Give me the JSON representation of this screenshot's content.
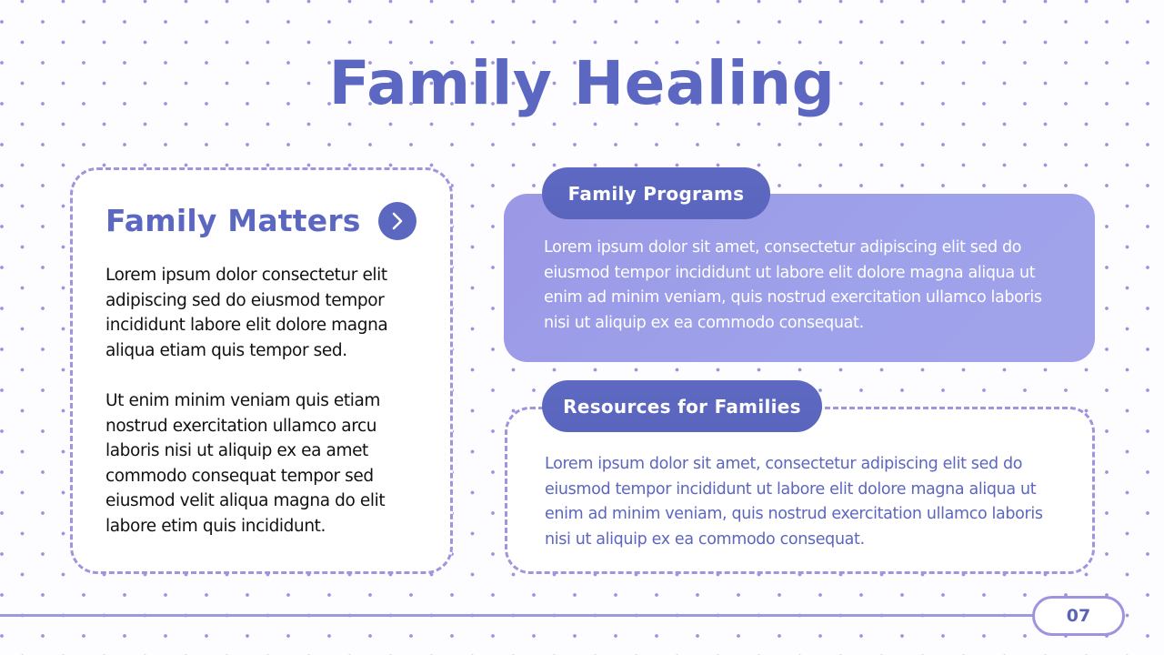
{
  "slide": {
    "title": "Family Healing",
    "page_number": "07"
  },
  "left_card": {
    "heading": "Family Matters",
    "action_icon": "chevron-right-icon",
    "paragraphs": [
      "Lorem ipsum dolor consectetur elit adipiscing sed do eiusmod tempor incididunt labore elit dolore magna aliqua etiam quis tempor sed.",
      "Ut enim minim veniam quis etiam nostrud exercitation ullamco arcu laboris nisi ut aliquip ex ea amet commodo consequat tempor sed eiusmod velit aliqua magna do elit labore etim quis incididunt."
    ]
  },
  "programs_card": {
    "label": "Family Programs",
    "body": "Lorem ipsum dolor sit amet, consectetur adipiscing elit sed do eiusmod tempor incididunt ut labore elit dolore magna aliqua ut enim ad minim veniam, quis nostrud exercitation ullamco laboris nisi ut aliquip ex ea commodo consequat."
  },
  "resources_card": {
    "label": "Resources for Families",
    "body": "Lorem ipsum dolor sit amet, consectetur adipiscing elit sed do eiusmod tempor incididunt ut labore elit dolore magna aliqua ut enim ad minim veniam, quis nostrud exercitation ullamco laboris nisi ut aliquip ex ea commodo consequat."
  },
  "colors": {
    "primary": "#5b67c0",
    "accent_light": "#9d95de",
    "card_fill": "#9ea0e8",
    "background": "#fdfcff",
    "body_text": "#111111"
  }
}
